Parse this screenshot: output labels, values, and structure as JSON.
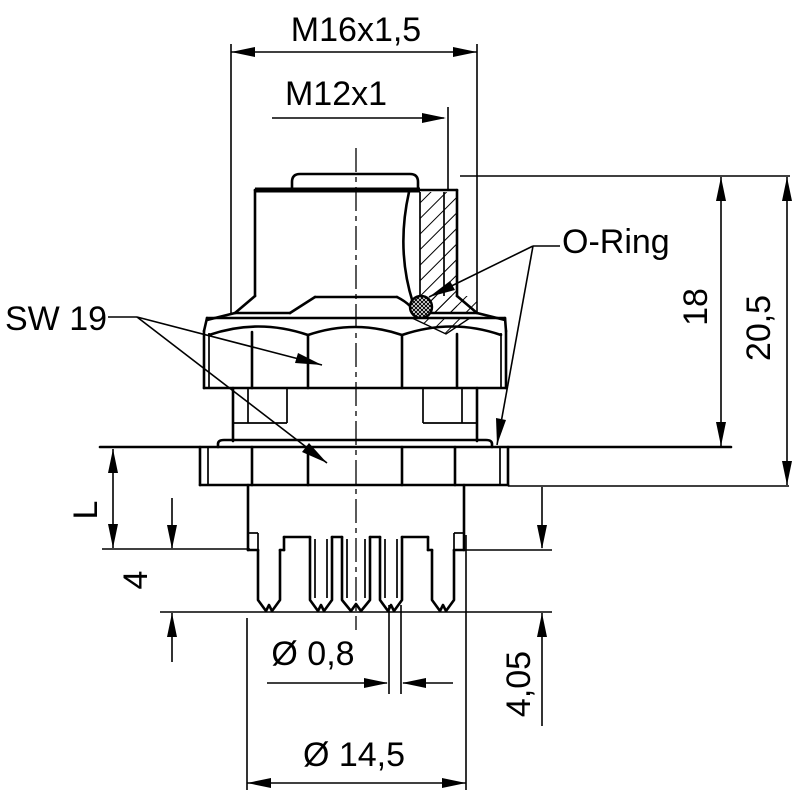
{
  "drawing": {
    "background": "#ffffff",
    "line_color": "#000000",
    "callouts": {
      "outer_thread": "M16x1,5",
      "inner_thread": "M12x1",
      "o_ring": "O-Ring",
      "wrench_size": "SW 19"
    },
    "dimensions": {
      "height_body": "18",
      "height_total": "20,5",
      "panel_thickness": "L",
      "pin_length": "4",
      "pin_diameter": "Ø 0,8",
      "pin_length_right": "4,05",
      "insert_diameter": "Ø 14,5"
    }
  }
}
